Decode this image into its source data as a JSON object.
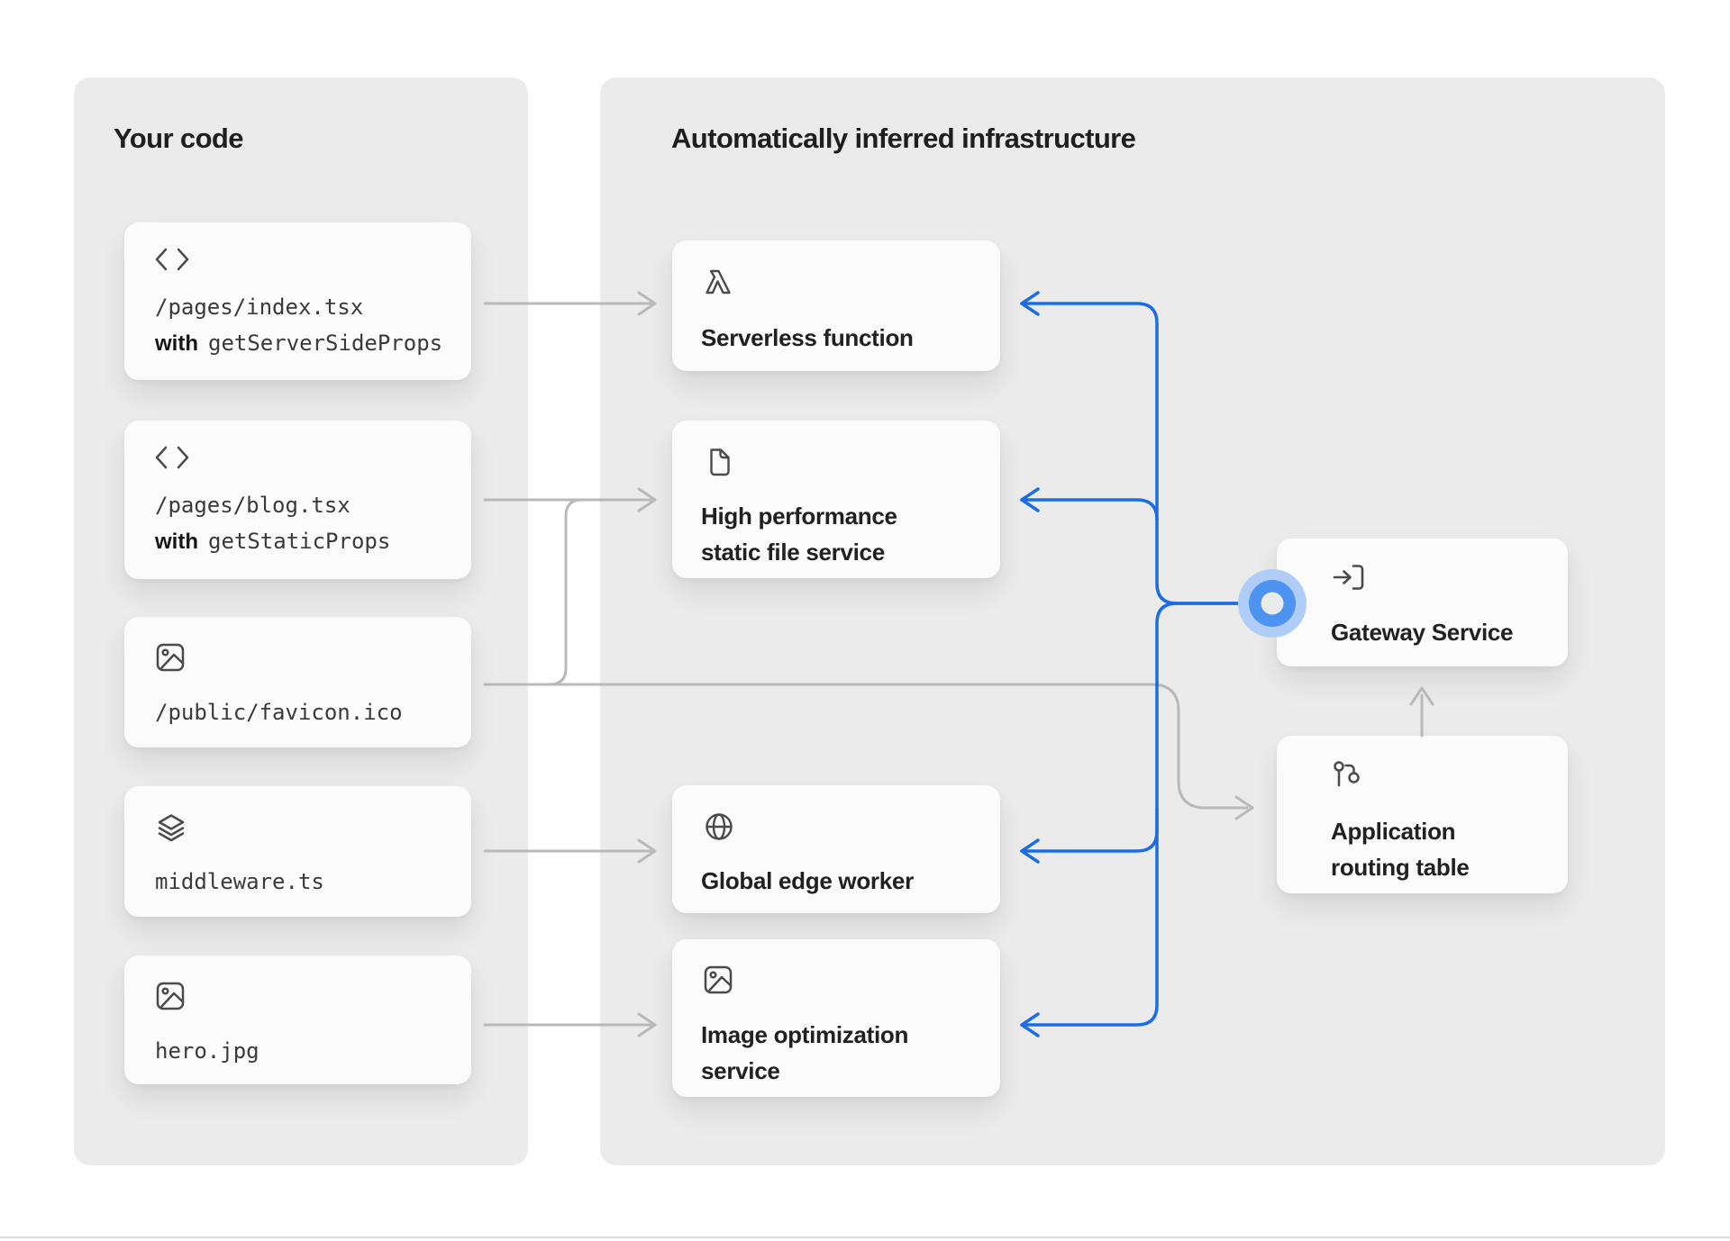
{
  "headers": {
    "your_code": "Your code",
    "infrastructure": "Automatically inferred infrastructure"
  },
  "your_code_cards": [
    {
      "icon": "code-icon",
      "path": "/pages/index.tsx",
      "with_word": "with",
      "helper": "getServerSideProps"
    },
    {
      "icon": "code-icon",
      "path": "/pages/blog.tsx",
      "with_word": "with",
      "helper": "getStaticProps"
    },
    {
      "icon": "image-icon",
      "path": "/public/favicon.ico"
    },
    {
      "icon": "layers-icon",
      "path": "middleware.ts"
    },
    {
      "icon": "image-icon",
      "path": "hero.jpg"
    }
  ],
  "infrastructure_cards": [
    {
      "icon": "lambda-icon",
      "lines": [
        "Serverless function"
      ]
    },
    {
      "icon": "file-icon",
      "lines": [
        "High performance",
        "static file service"
      ]
    },
    {
      "icon": "globe-icon",
      "lines": [
        "Global edge worker"
      ]
    },
    {
      "icon": "image-icon",
      "lines": [
        "Image optimization",
        "service"
      ]
    },
    {
      "icon": "gateway-icon",
      "lines": [
        "Gateway Service"
      ]
    },
    {
      "icon": "route-icon",
      "lines": [
        "Application",
        "routing table"
      ]
    }
  ],
  "colors": {
    "accent_blue": "#1c6ce2",
    "node_core": "#4d93f0",
    "node_halo": "#afcdf6",
    "connector_gray": "#b9b9b9",
    "panel_bg": "#ebebeb",
    "card_bg": "#fbfbfb"
  }
}
